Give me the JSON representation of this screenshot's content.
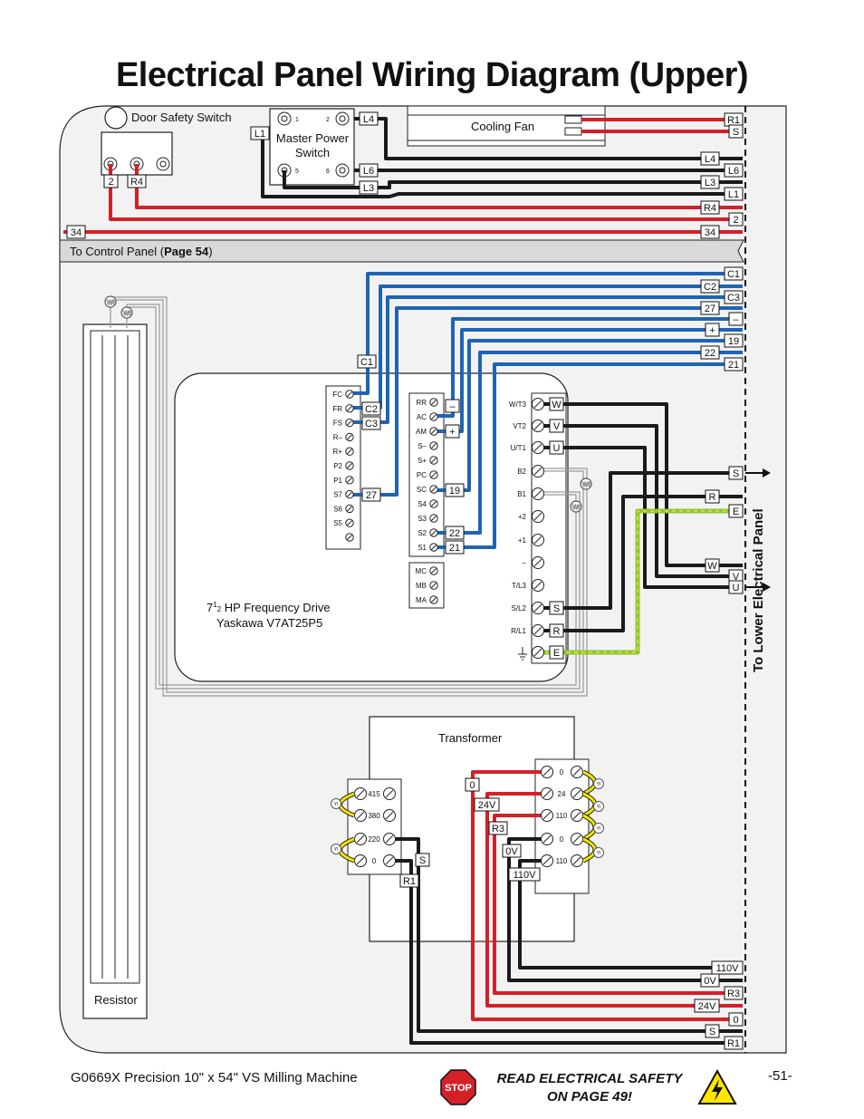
{
  "title": "Electrical Panel Wiring Diagram (Upper)",
  "footer": {
    "machine": "G0669X Precision 10\" x 54\" VS Milling Machine",
    "page": "-51-",
    "safety_line1": "READ ELECTRICAL SAFETY",
    "safety_line2": "ON PAGE 49!",
    "stop_label": "STOP"
  },
  "components": {
    "door_switch": "Door Safety Switch",
    "master_switch_l1": "Master Power",
    "master_switch_l2": "Switch",
    "cooling_fan": "Cooling Fan",
    "control_panel_prefix": "To Control Panel (",
    "control_panel_page": "Page 54",
    "control_panel_suffix": ")",
    "vfd_l1_prefix": "7",
    "vfd_l1_sup": "1",
    "vfd_l1_sub": "2",
    "vfd_l1_rest": " HP Frequency Drive",
    "vfd_l2": "Yaskawa V7AT25P5",
    "transformer": "Transformer",
    "resistor": "Resistor",
    "lower_panel": "To Lower Electrical Panel"
  },
  "switch_terminals": [
    "1",
    "2",
    "5",
    "6"
  ],
  "left_tags": {
    "door_2": "2",
    "door_r4": "R4",
    "l1": "L1",
    "l4": "L4",
    "l6": "L6",
    "l3": "L3",
    "bus_34": "34",
    "c1": "C1",
    "c2": "C2",
    "c3": "C3",
    "t27": "27",
    "minus": "–",
    "plus": "+",
    "t19": "19",
    "t22": "22",
    "t21": "21",
    "w": "W",
    "v": "V",
    "u": "U",
    "s": "S",
    "r": "R",
    "e": "E",
    "tr_0": "0",
    "tr_24v": "24V",
    "tr_r3": "R3",
    "tr_0v": "0V",
    "tr_110v": "110V",
    "tr_s": "S",
    "tr_r1": "R1"
  },
  "right_tags": {
    "r1": "R1",
    "s": "S",
    "l4": "L4",
    "l6": "L6",
    "l3": "L3",
    "l1": "L1",
    "r4": "R4",
    "t2": "2",
    "t34": "34",
    "c1": "C1",
    "c2": "C2",
    "c3": "C3",
    "t27": "27",
    "minus": "–",
    "plus": "+",
    "t19": "19",
    "t22": "22",
    "t21": "21",
    "s2": "S",
    "r": "R",
    "e": "E",
    "w": "W",
    "v": "V",
    "u": "U",
    "b110v": "110V",
    "b0v": "0V",
    "br3": "R3",
    "b24v": "24V",
    "b0": "0",
    "bs": "S",
    "br1": "R1"
  },
  "vfd_terminals": {
    "block1": [
      "FC",
      "FR",
      "FS",
      "R–",
      "R+",
      "P2",
      "P1",
      "S7",
      "S6",
      "S5",
      ""
    ],
    "block2": [
      "RR",
      "AC",
      "AM",
      "S–",
      "S+",
      "PC",
      "SC",
      "S4",
      "S3",
      "S2",
      "S1"
    ],
    "block3": [
      "MC",
      "MB",
      "MA"
    ],
    "power": [
      "W/T3",
      "VT2",
      "U/T1",
      "B2",
      "B1",
      "+2",
      "+1",
      "–",
      "T/L3",
      "S/L2",
      "R/L1"
    ]
  },
  "transformer_terminals": {
    "primary": [
      "415",
      "380",
      "220",
      "0"
    ],
    "secondary": [
      "0",
      "24",
      "110",
      "0",
      "110"
    ]
  },
  "jumper_labels": {
    "wt": "Wt",
    "yl": "Yl"
  },
  "colors": {
    "red": "#d42027",
    "blue": "#1f64b4",
    "black": "#1a1a1a",
    "green": "#8dc63f",
    "yellow": "#f2e600",
    "panel": "#f2f2f2"
  }
}
